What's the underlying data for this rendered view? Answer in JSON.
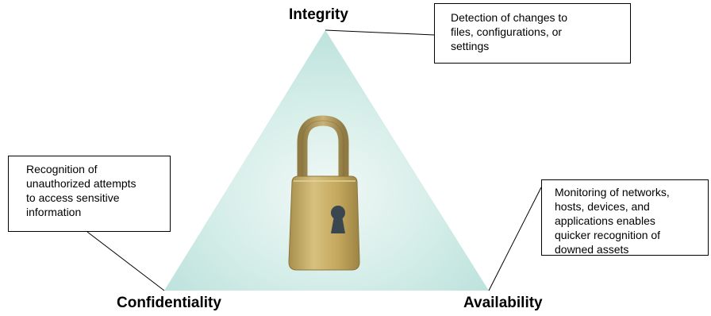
{
  "diagram": {
    "vertices": {
      "top": "Integrity",
      "bottom_left": "Confidentiality",
      "bottom_right": "Availability"
    },
    "callouts": {
      "integrity": "Detection of changes to\nfiles, configurations, or\nsettings",
      "confidentiality": "Recognition of\nunauthorized attempts\nto access sensitive\ninformation",
      "availability": "Monitoring of networks,\nhosts, devices, and\napplications enables\nquicker recognition of\ndowned assets"
    },
    "center_icon": "padlock-icon",
    "colors": {
      "triangle_fill": "#bfe3de",
      "triangle_center": "#f1f8f6",
      "padlock_body": "#c8ac62",
      "padlock_shackle": "#a79056",
      "keyhole": "#3a4650"
    }
  }
}
